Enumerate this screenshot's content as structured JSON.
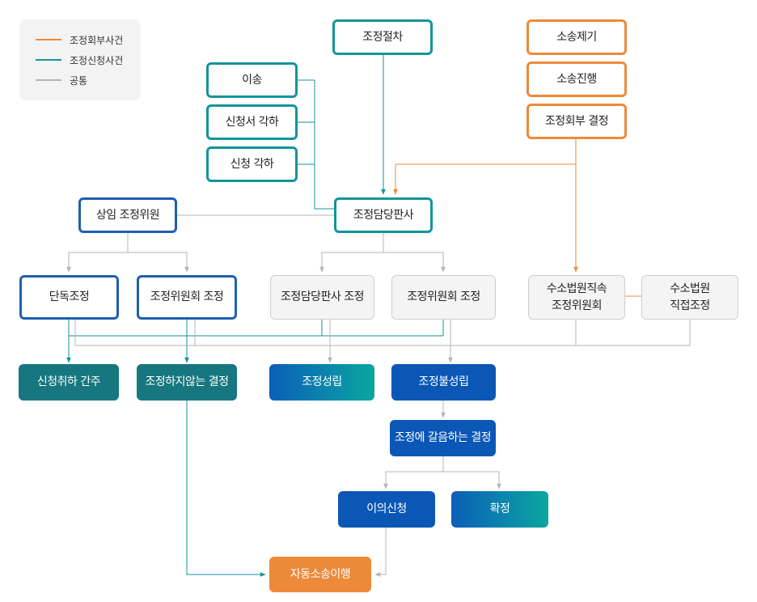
{
  "legend": {
    "items": [
      {
        "label": "조정회부사건",
        "color": "#ed8a3a"
      },
      {
        "label": "조정신청사건",
        "color": "#12959a"
      },
      {
        "label": "공통",
        "color": "#b5b5b5"
      }
    ]
  },
  "nodes": {
    "mediation_procedure": "조정절차",
    "lawsuit_filed": "소송제기",
    "lawsuit_progress": "소송진행",
    "referral_decision": "조정회부 결정",
    "transfer": "이송",
    "application_dismissed": "신청서 각하",
    "application_rejected": "신청 각하",
    "judge": "조정담당판사",
    "standing_member": "상임 조정위원",
    "sole_mediation": "단독조정",
    "committee_mediation_1": "조정위원회 조정",
    "judge_mediation": "조정담당판사 조정",
    "committee_mediation_2": "조정위원회 조정",
    "court_committee": "수소법원직속\n조정위원회",
    "court_direct": "수소법원\n직접조정",
    "withdrawal": "신청취하 간주",
    "no_mediation_decision": "조정하지않는 결정",
    "settled": "조정성립",
    "not_settled": "조정불성립",
    "decision_in_lieu": "조정에 갈음하는 결정",
    "objection": "이의신청",
    "finalized": "확정",
    "auto_lawsuit": "자동소송이행"
  },
  "colors": {
    "orange": "#ed8a3a",
    "teal": "#12959a",
    "gray": "#b5b5b5",
    "blue": "#1f5fb0",
    "dark_teal": "#177780",
    "fill_blue": "#0b57b6"
  }
}
